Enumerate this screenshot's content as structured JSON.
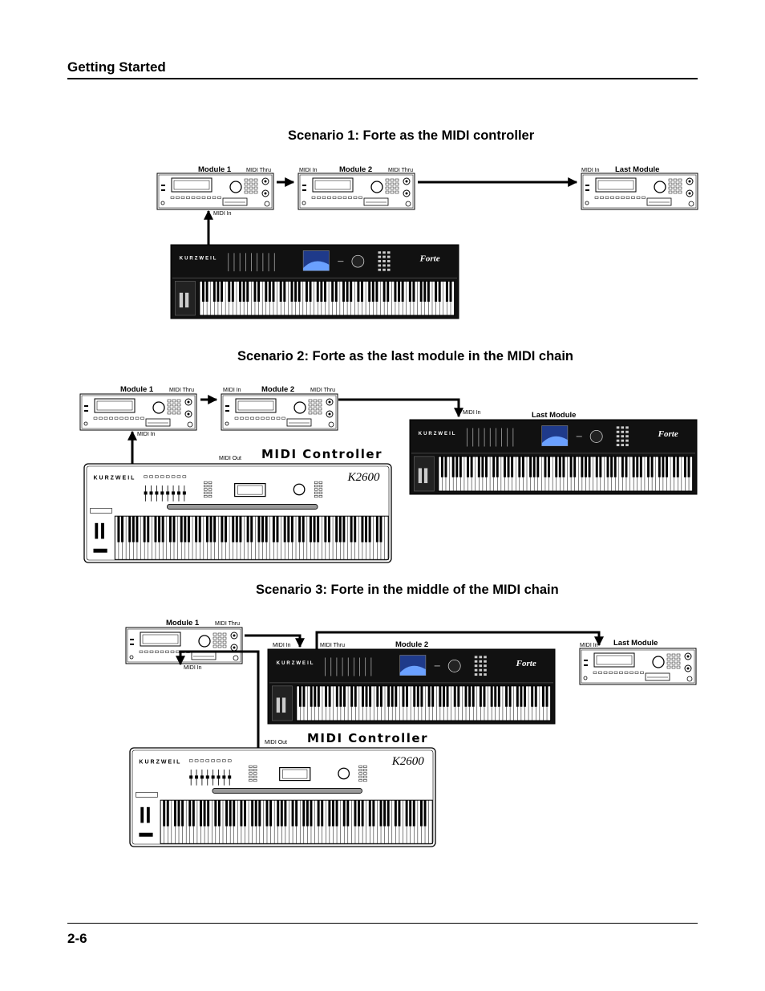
{
  "header": {
    "title": "Getting Started"
  },
  "footer": {
    "page_number": "2-6"
  },
  "labels": {
    "module1": "Module 1",
    "module2": "Module 2",
    "last_module": "Last Module",
    "midi_in": "MIDI In",
    "midi_thru": "MIDI Thru",
    "midi_out": "MIDI Out",
    "midi_controller": "MIDI Controller",
    "brand": "KURZWEIL",
    "forte_model": "Forte",
    "k2600_model": "K2600"
  },
  "scenarios": [
    {
      "title": "Scenario 1: Forte as the MIDI controller"
    },
    {
      "title": "Scenario 2: Forte as the last module in the MIDI chain"
    },
    {
      "title": "Scenario 3: Forte in the middle of the MIDI chain"
    }
  ]
}
